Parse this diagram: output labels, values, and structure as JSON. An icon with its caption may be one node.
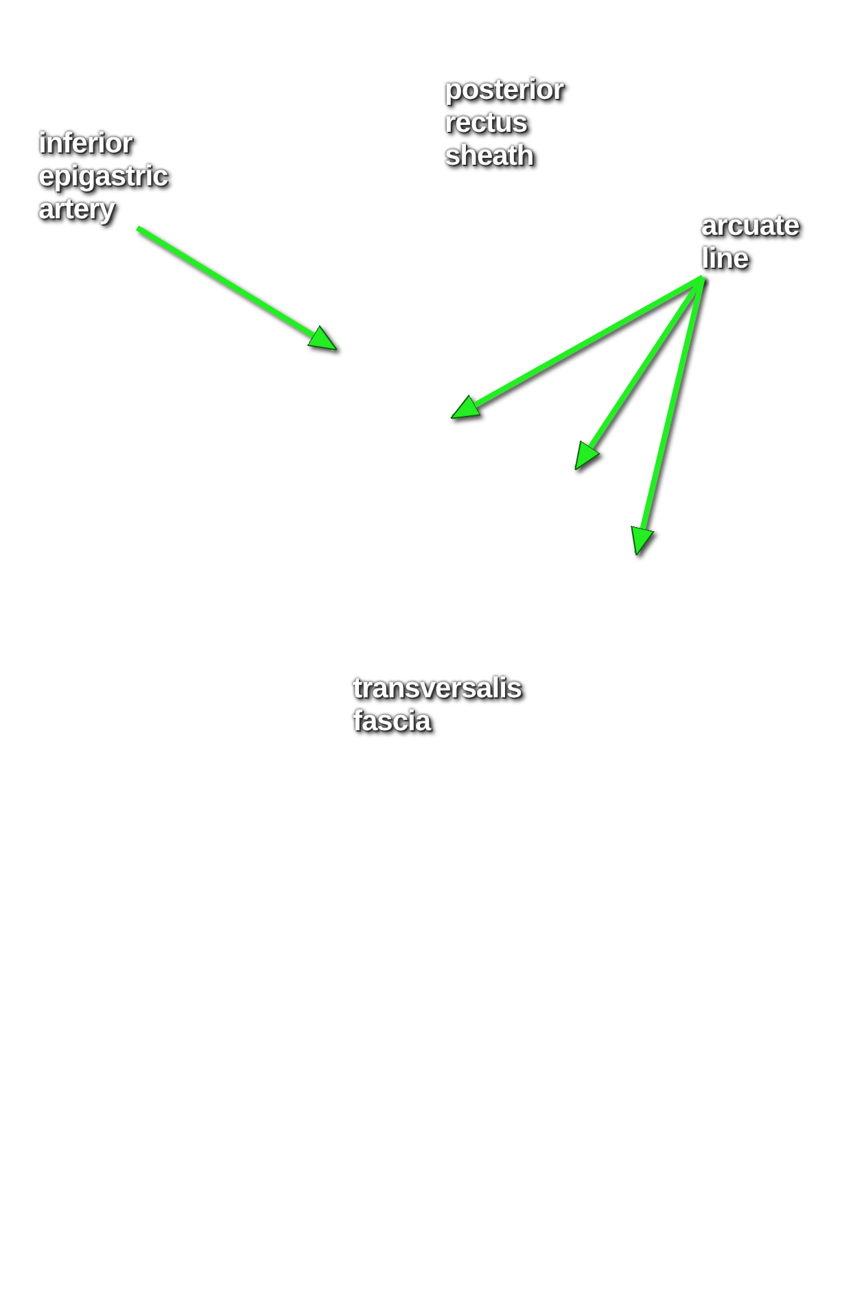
{
  "diagram": {
    "nodes": [
      {
        "text": [
          "inferior epigastric artery"
        ]
      },
      {
        "text": [
          "arcuate line"
        ]
      }
    ],
    "edges": [
      {
        "from": 0,
        "to": null,
        "arrow": "to"
      },
      {
        "from": 1,
        "to": null,
        "arrow": "to"
      },
      {
        "from": 1,
        "to": null,
        "arrow": "to"
      },
      {
        "from": 1,
        "to": null,
        "arrow": "to"
      }
    ],
    "labels": [
      "posterior rectus sheath",
      "transversalis fascia"
    ]
  }
}
